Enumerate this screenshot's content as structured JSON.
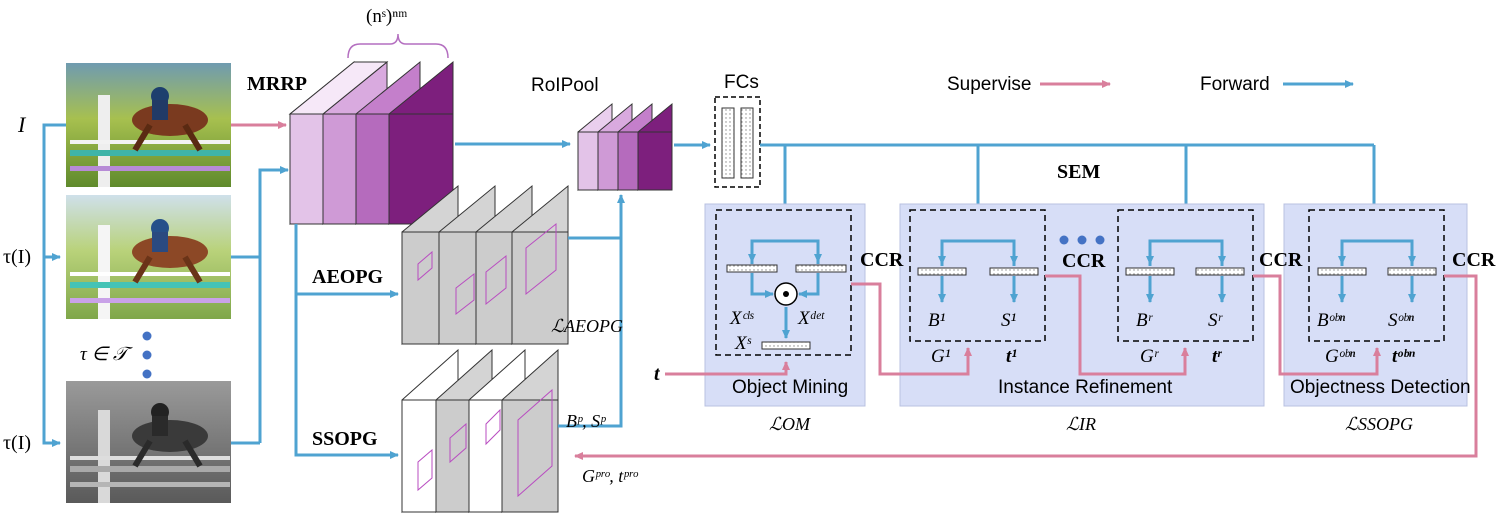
{
  "inputs": {
    "image_label": "I",
    "aug_label_1": "τ(I)",
    "aug_label_2": "τ(I)",
    "aug_set_label": "τ ∈ 𝒯"
  },
  "modules": {
    "mrrp": "MRRP",
    "aeopg": "AEOPG",
    "ssopg": "SSOPG",
    "roipool": "RoIPool",
    "fcs": "FCs",
    "sem": "SEM",
    "object_mining": "Object Mining",
    "instance_refinement": "Instance Refinement",
    "objectness_detection": "Objectness Detection",
    "ccr": "CCR"
  },
  "math": {
    "scale_count": "(nˢ)ⁿᵐ",
    "x_cls": "Xᶜˡˢ",
    "x_det": "Xᵈᵉᵗ",
    "x_s": "Xˢ",
    "b1": "B¹",
    "s1": "S¹",
    "br": "Bʳ",
    "sr": "Sʳ",
    "bobn": "Bᵒᵇⁿ",
    "sobn": "Sᵒᵇⁿ",
    "g1": "G¹",
    "t1": "t¹",
    "gr": "Gʳ",
    "tr": "tʳ",
    "gobn": "Gᵒᵇⁿ",
    "tobn": "tᵒᵇⁿ",
    "t_in": "t",
    "bp_sp": "Bᵖ, Sᵖ",
    "gpro_tpro": "Gᵖʳᵒ, tᵖʳᵒ",
    "loss_aeopg": "ℒAEOPG",
    "loss_om": "ℒOM",
    "loss_ir": "ℒIR",
    "loss_ssopg": "ℒSSOPG"
  },
  "legend": {
    "supervise": "Supervise",
    "forward": "Forward"
  },
  "colors": {
    "forward": "#4fa3d1",
    "supervise": "#d97f9c",
    "module_box": "#d7def7",
    "purple_dark": "#7d1f7d",
    "purple_light": "#eacfee",
    "proposal_grey": "#d4d4d4"
  }
}
